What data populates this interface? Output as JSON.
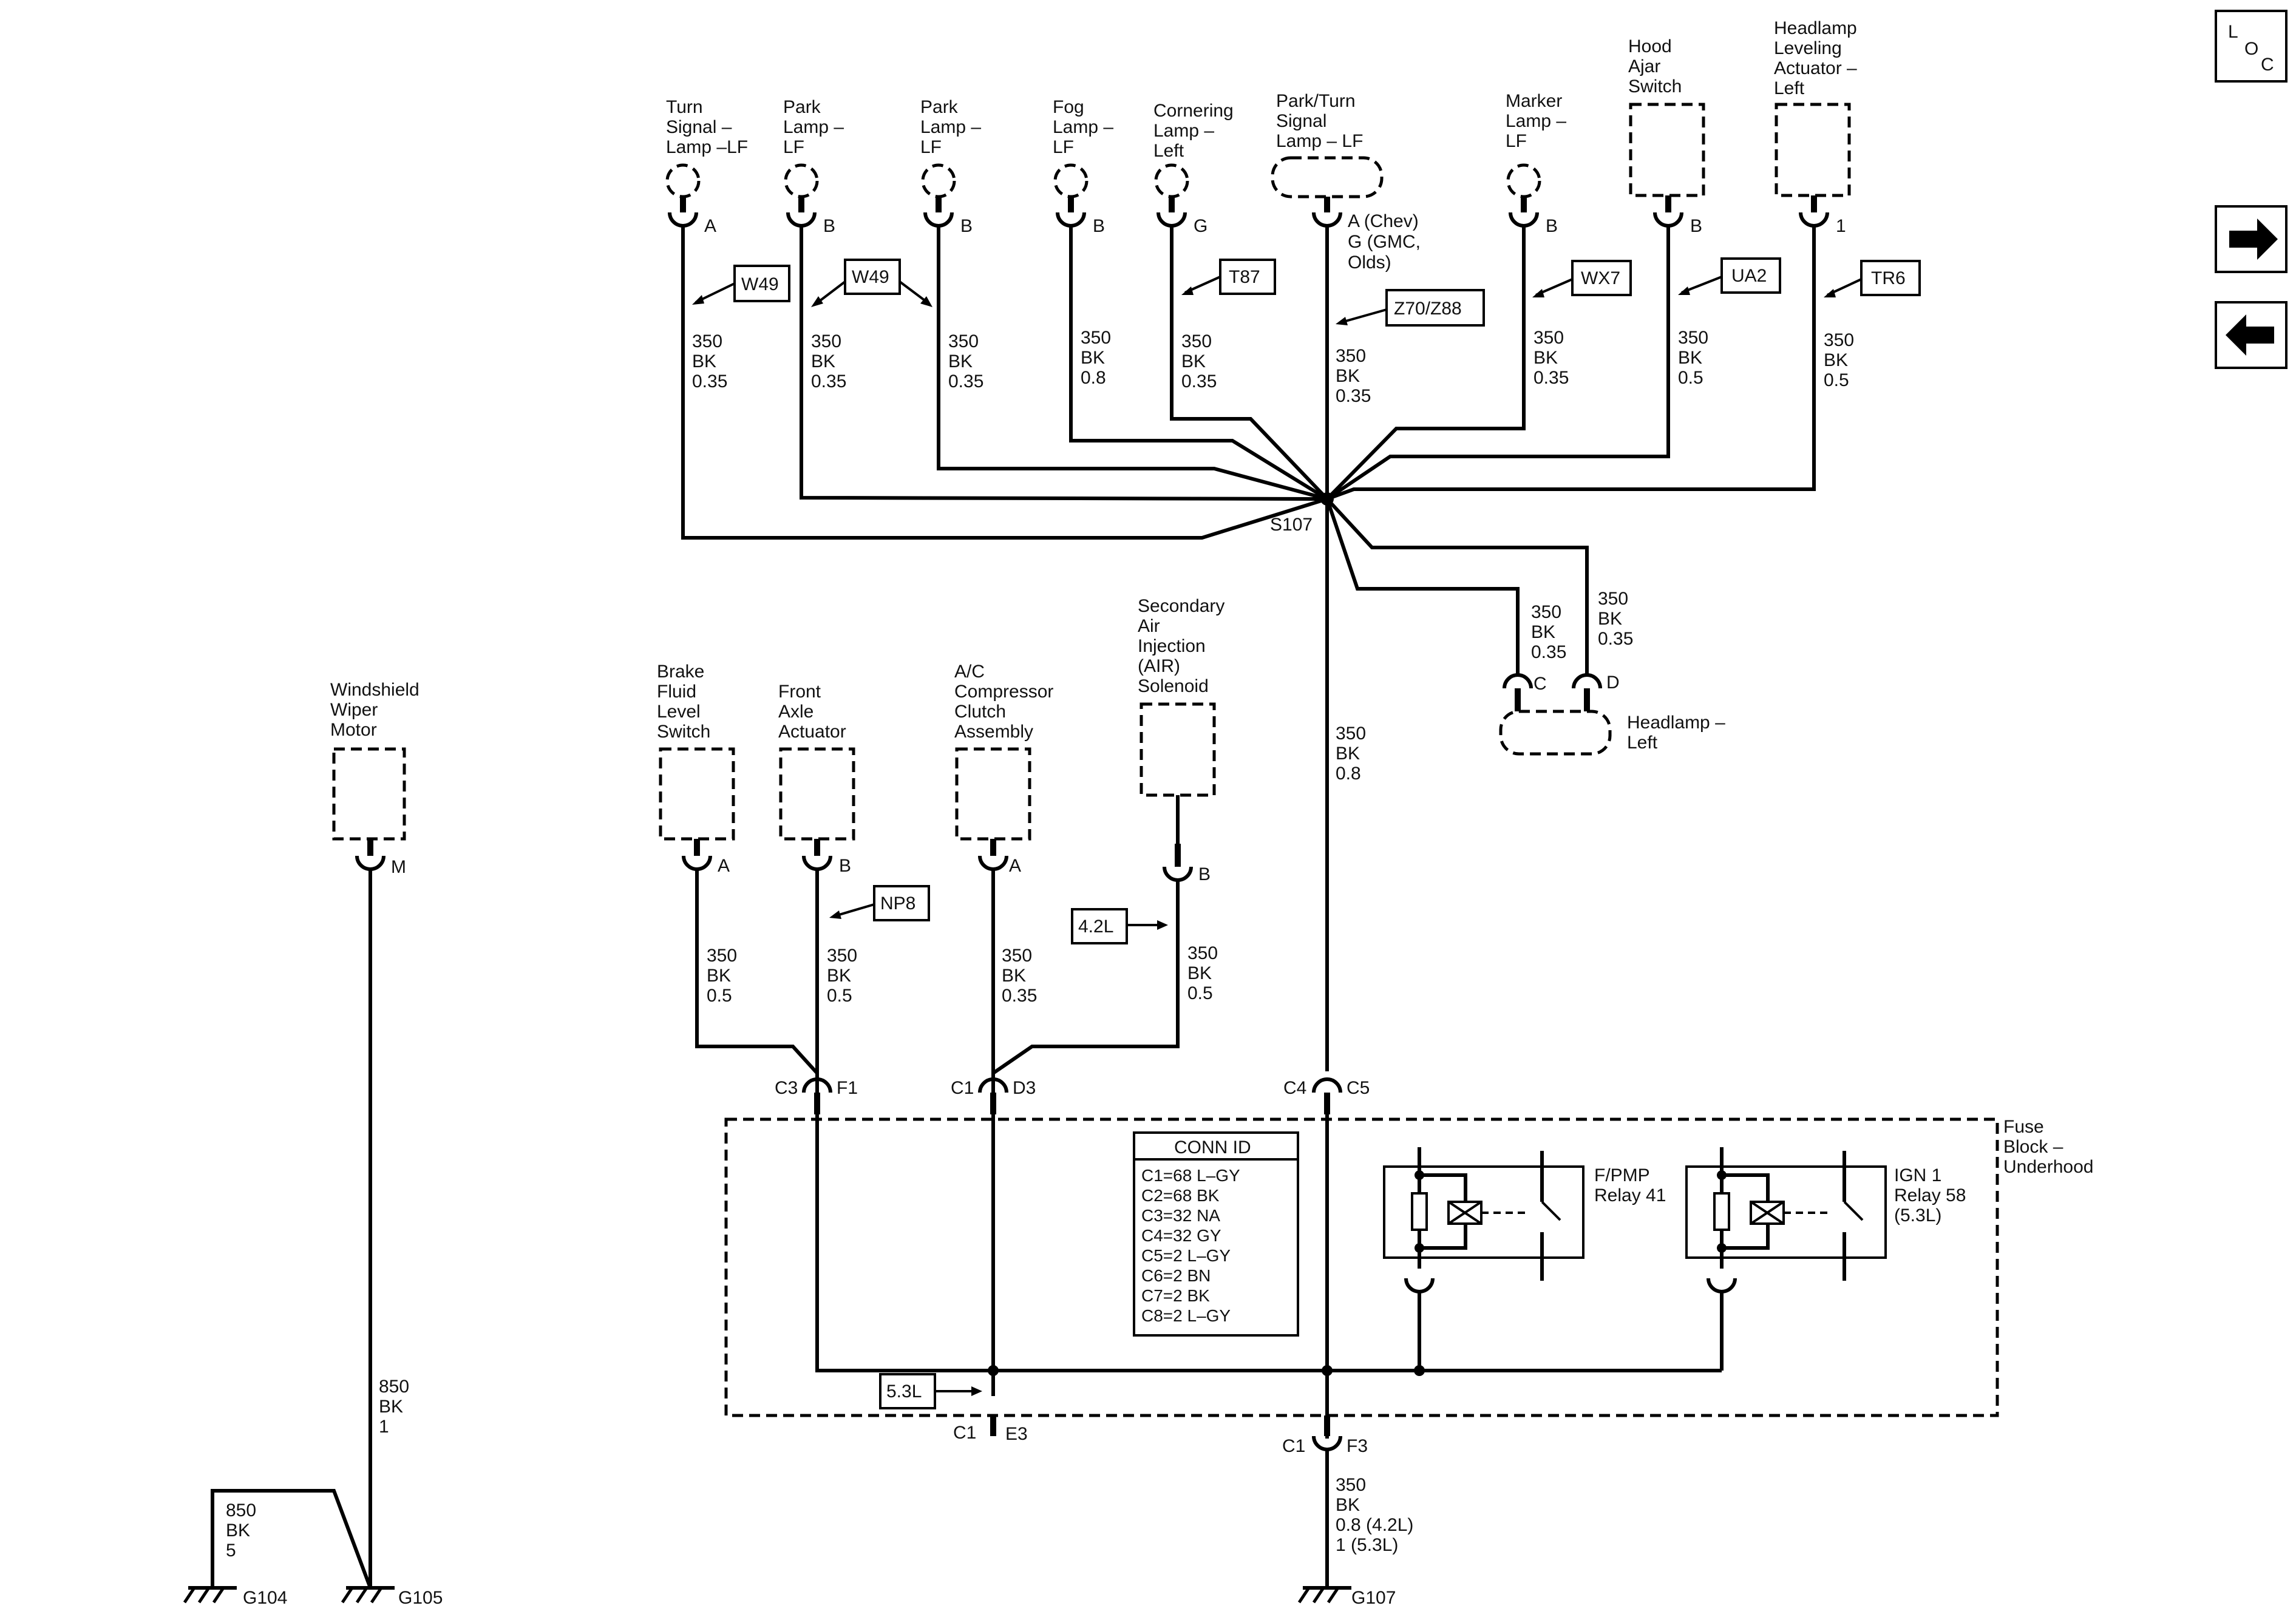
{
  "nav": {
    "loc": [
      "L",
      "O",
      "C"
    ],
    "next_icon": "arrow-right-icon",
    "prev_icon": "arrow-left-icon"
  },
  "components": {
    "turn_signal_lf": [
      "Turn",
      "Signal –",
      "Lamp –LF"
    ],
    "park_lamp_lf_1": [
      "Park",
      "Lamp –",
      "LF"
    ],
    "park_lamp_lf_2": [
      "Park",
      "Lamp –",
      "LF"
    ],
    "fog_lamp_lf": [
      "Fog",
      "Lamp –",
      "LF"
    ],
    "cornering_lamp_left": [
      "Cornering",
      "Lamp –",
      "Left"
    ],
    "park_turn_lf": [
      "Park/Turn",
      "Signal",
      "Lamp – LF"
    ],
    "marker_lamp_lf": [
      "Marker",
      "Lamp –",
      "LF"
    ],
    "hood_ajar": [
      "Hood",
      "Ajar",
      "Switch"
    ],
    "headlamp_leveling": [
      "Headlamp",
      "Leveling",
      "Actuator –",
      "Left"
    ],
    "windshield_wiper": [
      "Windshield",
      "Wiper",
      "Motor"
    ],
    "brake_fluid": [
      "Brake",
      "Fluid",
      "Level",
      "Switch"
    ],
    "front_axle": [
      "Front",
      "Axle",
      "Actuator"
    ],
    "ac_compressor": [
      "A/C",
      "Compressor",
      "Clutch",
      "Assembly"
    ],
    "secondary_air": [
      "Secondary",
      "Air",
      "Injection",
      "(AIR)",
      "Solenoid"
    ],
    "headlamp_left": [
      "Headlamp –",
      "Left"
    ],
    "fuse_block": [
      "Fuse",
      "Block –",
      "Underhood"
    ],
    "fpmp_relay": [
      "F/PMP",
      "Relay 41"
    ],
    "ign1_relay": [
      "IGN 1",
      "Relay 58",
      "(5.3L)"
    ]
  },
  "pins": {
    "turn": "A",
    "park1": "B",
    "park2": "B",
    "fog": "B",
    "corner": "G",
    "parkturn": [
      "A (Chev)",
      "G (GMC,",
      "Olds)"
    ],
    "marker": "B",
    "hood": "B",
    "leveling": "1",
    "wiper": "M",
    "brake": "A",
    "axle": "B",
    "ac": "A",
    "air": "B",
    "hl_c": "C",
    "hl_d": "D"
  },
  "options": {
    "w49a": "W49",
    "w49b": "W49",
    "t87": "T87",
    "z70": "Z70/Z88",
    "wx7": "WX7",
    "ua2": "UA2",
    "tr6": "TR6",
    "np8": "NP8",
    "l42": "4.2L",
    "l53": "5.3L"
  },
  "wires": {
    "turn": [
      "350",
      "BK",
      "0.35"
    ],
    "park1": [
      "350",
      "BK",
      "0.35"
    ],
    "park2": [
      "350",
      "BK",
      "0.35"
    ],
    "fog": [
      "350",
      "BK",
      "0.8"
    ],
    "corner": [
      "350",
      "BK",
      "0.35"
    ],
    "parkturn": [
      "350",
      "BK",
      "0.35"
    ],
    "marker": [
      "350",
      "BK",
      "0.35"
    ],
    "hood": [
      "350",
      "BK",
      "0.5"
    ],
    "leveling": [
      "350",
      "BK",
      "0.5"
    ],
    "hl_c": [
      "350",
      "BK",
      "0.35"
    ],
    "hl_d": [
      "350",
      "BK",
      "0.35"
    ],
    "main": [
      "350",
      "BK",
      "0.8"
    ],
    "brake": [
      "350",
      "BK",
      "0.5"
    ],
    "axle": [
      "350",
      "BK",
      "0.5"
    ],
    "ac": [
      "350",
      "BK",
      "0.35"
    ],
    "air": [
      "350",
      "BK",
      "0.5"
    ],
    "wiper": [
      "850",
      "BK",
      "1"
    ],
    "g104": [
      "850",
      "BK",
      "5"
    ],
    "g107": [
      "350",
      "BK",
      "0.8 (4.2L)",
      "1 (5.3L)"
    ]
  },
  "splice": "S107",
  "connectors": {
    "c3": "C3",
    "f1": "F1",
    "c1a": "C1",
    "d3": "D3",
    "c4": "C4",
    "c5": "C5",
    "c1b": "C1",
    "e3": "E3",
    "c1c": "C1",
    "f3": "F3"
  },
  "grounds": {
    "g104": "G104",
    "g105": "G105",
    "g107": "G107"
  },
  "conn_id": {
    "title": "CONN ID",
    "rows": [
      "C1=68 L–GY",
      "C2=68 BK",
      "C3=32 NA",
      "C4=32 GY",
      "C5=2 L–GY",
      "C6=2 BN",
      "C7=2 BK",
      "C8=2 L–GY"
    ]
  }
}
